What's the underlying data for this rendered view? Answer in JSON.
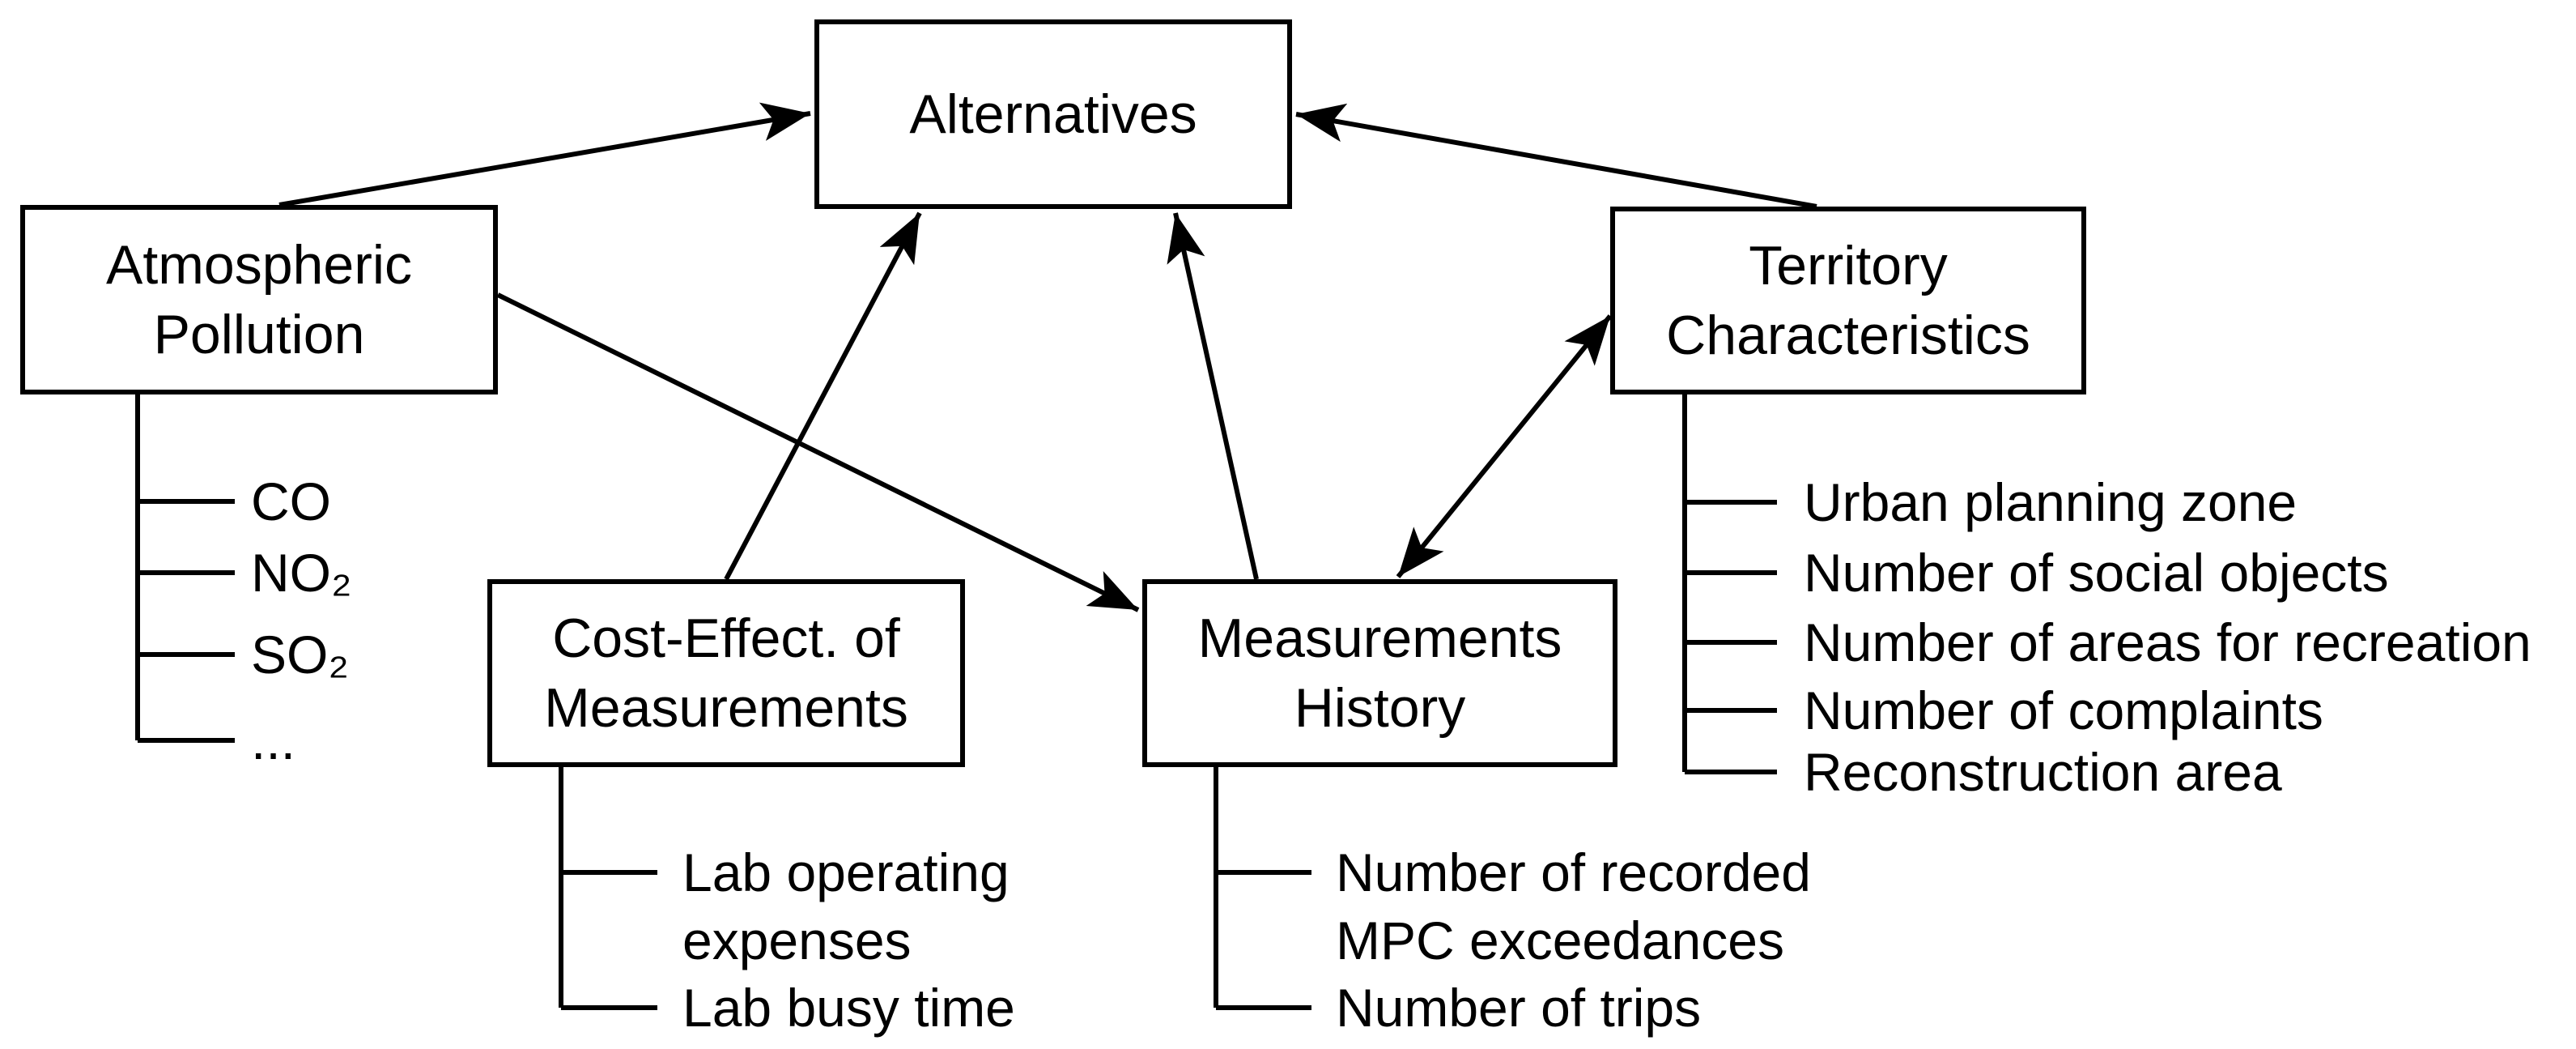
{
  "diagram": {
    "nodes": {
      "alternatives": {
        "label": "Alternatives"
      },
      "atmospheric_pollution": {
        "label": "Atmospheric Pollution",
        "children": [
          "CO",
          "NO₂",
          "SO₂",
          "..."
        ]
      },
      "cost_effectiveness": {
        "label": "Cost-Effect. of Measurements",
        "children": [
          "Lab operating expenses",
          "Lab busy time"
        ]
      },
      "measurements_history": {
        "label": "Measurements History",
        "children": [
          "Number of recorded MPC exceedances",
          "Number of trips"
        ]
      },
      "territory_characteristics": {
        "label": "Territory Characteristics",
        "children": [
          "Urban planning zone",
          "Number of social objects",
          "Number of areas for recreation",
          "Number of complaints",
          "Reconstruction area"
        ]
      }
    },
    "edges": [
      {
        "from": "atmospheric_pollution",
        "to": "alternatives",
        "type": "arrow"
      },
      {
        "from": "territory_characteristics",
        "to": "alternatives",
        "type": "arrow"
      },
      {
        "from": "cost_effectiveness",
        "to": "alternatives",
        "type": "arrow"
      },
      {
        "from": "measurements_history",
        "to": "alternatives",
        "type": "arrow"
      },
      {
        "from": "atmospheric_pollution",
        "to": "measurements_history",
        "type": "arrow"
      },
      {
        "from": "territory_characteristics",
        "to": "measurements_history",
        "type": "double-arrow"
      }
    ],
    "colors": {
      "line": "#000000",
      "text": "#000000",
      "background": "#ffffff",
      "box_fill": "#ffffff"
    }
  }
}
